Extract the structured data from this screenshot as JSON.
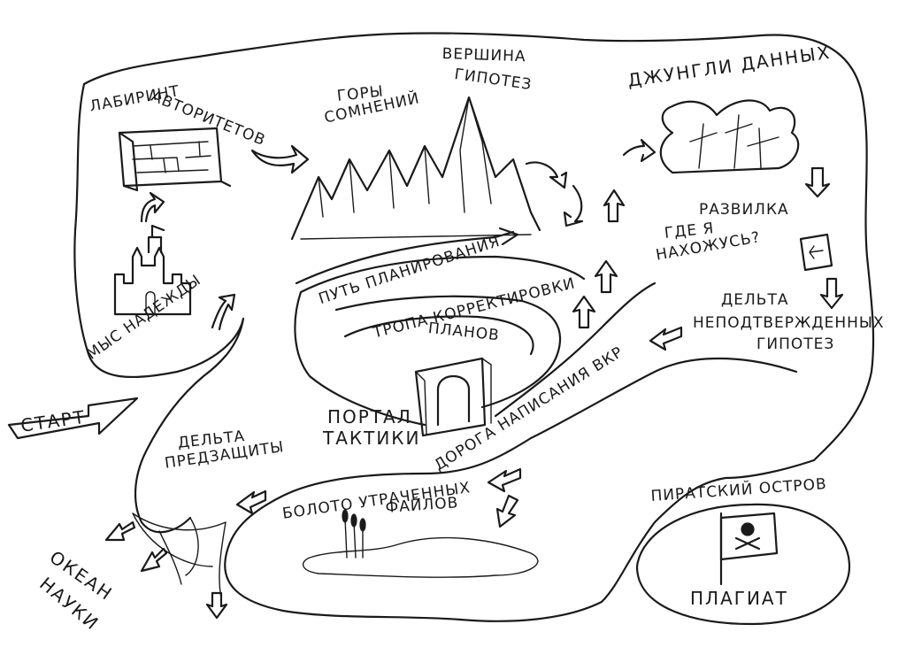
{
  "map": {
    "start": "Старт",
    "cape_hope": "Мыс надежды",
    "labyrinth_line1": "Лабиринт",
    "labyrinth_line2": "авторитетов",
    "mountains_line1": "Горы",
    "mountains_line2": "сомнений",
    "peak_line1": "Вершина",
    "peak_line2": "гипотез",
    "jungle": "Джунгли данных",
    "fork": "Развилка",
    "where_line1": "Где я",
    "where_line2": "нахожусь?",
    "delta_unconfirmed_line1": "Дельта",
    "delta_unconfirmed_line2": "неподтвержденных",
    "delta_unconfirmed_line3": "гипотез",
    "planning_path": "Путь планирования",
    "correction_line1": "Тропа корректировки",
    "correction_line2": "планов",
    "portal_line1": "Портал",
    "portal_line2": "тактики",
    "road": "Дорога написания ВКР",
    "predefense_line1": "Дельта",
    "predefense_line2": "предзащиты",
    "swamp_line1": "Болото утраченных",
    "swamp_line2": "файлов",
    "ocean_line1": "Океан",
    "ocean_line2": "науки",
    "pirate_island": "Пиратский остров",
    "plagiarism": "Плагиат"
  }
}
